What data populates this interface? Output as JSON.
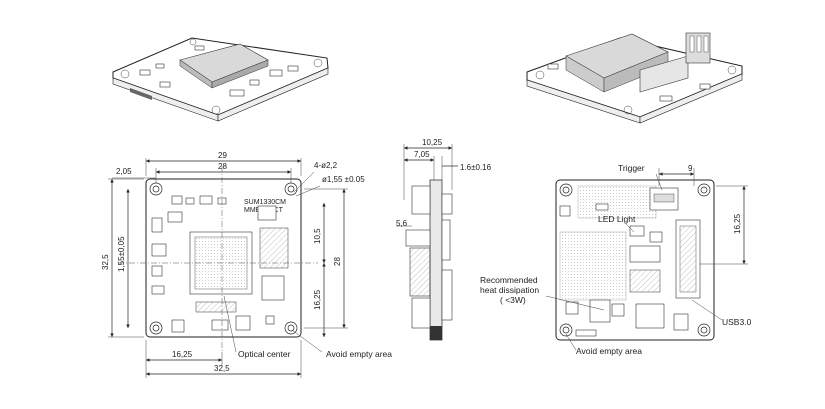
{
  "top_view": {
    "dim_overall_width": "29",
    "dim_hole_pitch_h": "28",
    "dim_left_offset": "2,05",
    "dim_hole_spec": "4-ø2,2",
    "dim_hole_tol": "ø1,55 ±0.05",
    "dim_height_left": "32,5",
    "dim_height_inner": "1,55±0,05",
    "dim_hole_pitch_v": "28",
    "dim_center_to_top": "10,5",
    "dim_center_y": "16,25",
    "dim_center_x": "16,25",
    "dim_overall_bottom": "32,5",
    "chip_marking_1": "SUM1330CM",
    "chip_marking_2": "MMEFAPCT",
    "label_optical_center": "Optical center",
    "label_avoid_empty": "Avoid empty area"
  },
  "side_view": {
    "dim_total": "10,25",
    "dim_inner": "7,05",
    "dim_board": "1.6±0.16",
    "dim_left": "5,6"
  },
  "back_view": {
    "label_trigger": "Trigger",
    "dim_connector": "9",
    "dim_height": "16,25",
    "label_led": "LED Light",
    "label_heat": "Recommended heat dissipation (<3W)",
    "label_heat_line1": "Recommended",
    "label_heat_line2": "heat dissipation",
    "label_heat_line3": "( <3W)",
    "label_usb": "USB3.0",
    "label_avoid_empty": "Avoid empty area"
  }
}
